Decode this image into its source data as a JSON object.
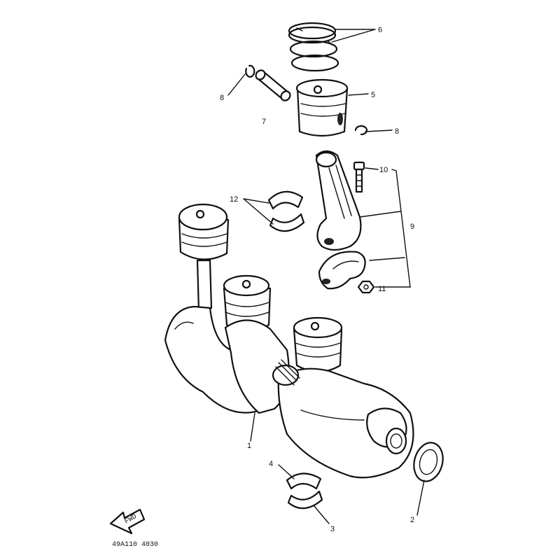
{
  "callouts": {
    "c1": "1",
    "c2": "2",
    "c3": "3",
    "c4": "4",
    "c5": "5",
    "c6": "6",
    "c7": "7",
    "c8a": "8",
    "c8b": "8",
    "c9": "9",
    "c10": "10",
    "c11": "11",
    "c12": "12"
  },
  "arrow_badge": "FWD",
  "diagram_code": "49A110 4030"
}
